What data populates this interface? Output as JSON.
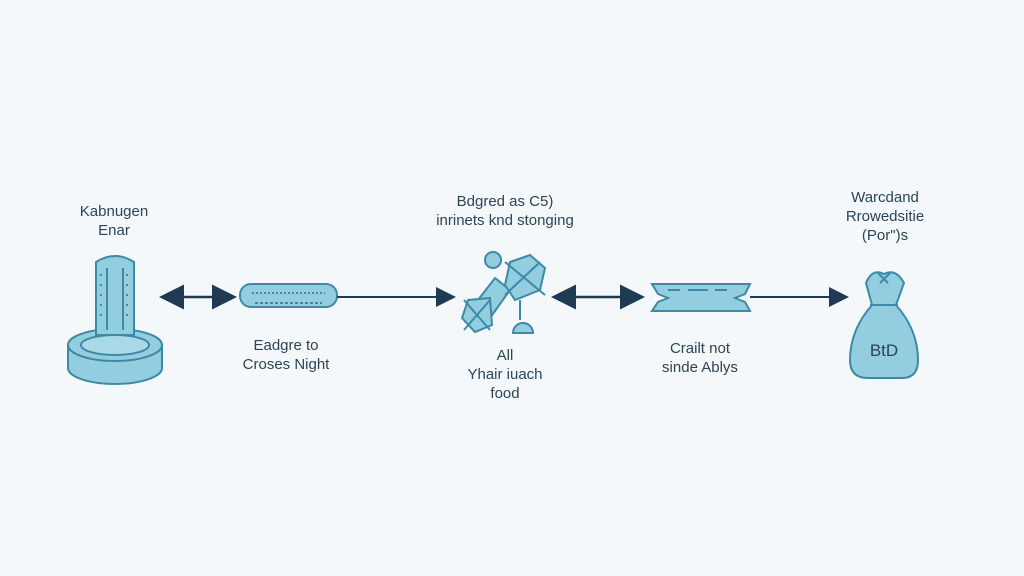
{
  "nodes": [
    {
      "id": "tower",
      "title_lines": [
        "Kabnugen",
        "Enar"
      ]
    },
    {
      "id": "capsule",
      "caption_lines": [
        "Eadgre to",
        "Croses Night"
      ]
    },
    {
      "id": "cluster",
      "title_lines": [
        "Bdgred as C5)",
        "inrinets knd stonging"
      ],
      "caption_lines": [
        "All",
        "Yhair iuach",
        "food"
      ]
    },
    {
      "id": "cross",
      "caption_lines": [
        "Crailt not",
        "sinde Ablys"
      ]
    },
    {
      "id": "bag",
      "title_lines": [
        "Warcdand",
        "Rrowedsitie",
        "(Por\")s"
      ],
      "bag_text": "BtD"
    }
  ],
  "colors": {
    "background": "#f4f8fa",
    "fill": "#93cde0",
    "stroke": "#3d89a6",
    "arrow": "#1f3a52",
    "text": "#2d4356"
  }
}
